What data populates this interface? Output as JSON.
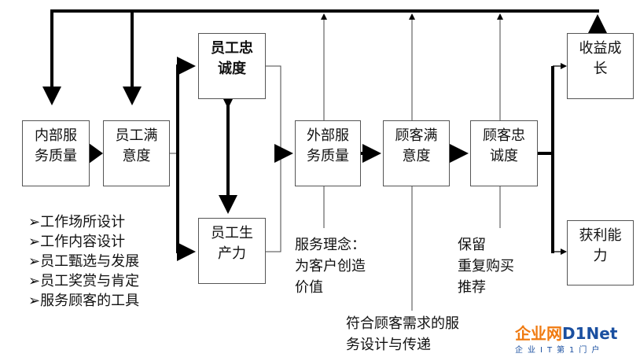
{
  "boxes": {
    "internal_service_quality": [
      "内部服",
      "务质量"
    ],
    "employee_satisfaction": [
      "员工满",
      "意度"
    ],
    "employee_loyalty": [
      "员工忠",
      "诚度"
    ],
    "employee_productivity": [
      "员工生",
      "产力"
    ],
    "external_service_value": [
      "外部服",
      "务质量"
    ],
    "customer_satisfaction": [
      "顾客满",
      "意度"
    ],
    "customer_loyalty": [
      "顾客忠",
      "诚度"
    ],
    "revenue_growth": [
      "收益成",
      "长"
    ],
    "profitability": [
      "获利能",
      "力"
    ]
  },
  "left_list": [
    "➢工作场所设计",
    "➢工作内容设计",
    "➢员工甄选与发展",
    "➢员工奖赏与肯定",
    "➢服务顾客的工具"
  ],
  "service_concept": [
    "服务理念：",
    "为客户创造",
    "价值"
  ],
  "service_design": [
    "符合顾客需求的服",
    "务设计与传递"
  ],
  "customer_behaviors": [
    "保留",
    "重复购买",
    "推荐"
  ],
  "watermark": {
    "main_cn": "企业网",
    "main_en": "D1Net",
    "sub": "企业IT第1门户"
  },
  "colors": {
    "line": "#000000",
    "thin_line": "#444444",
    "box_border": "#555555"
  }
}
